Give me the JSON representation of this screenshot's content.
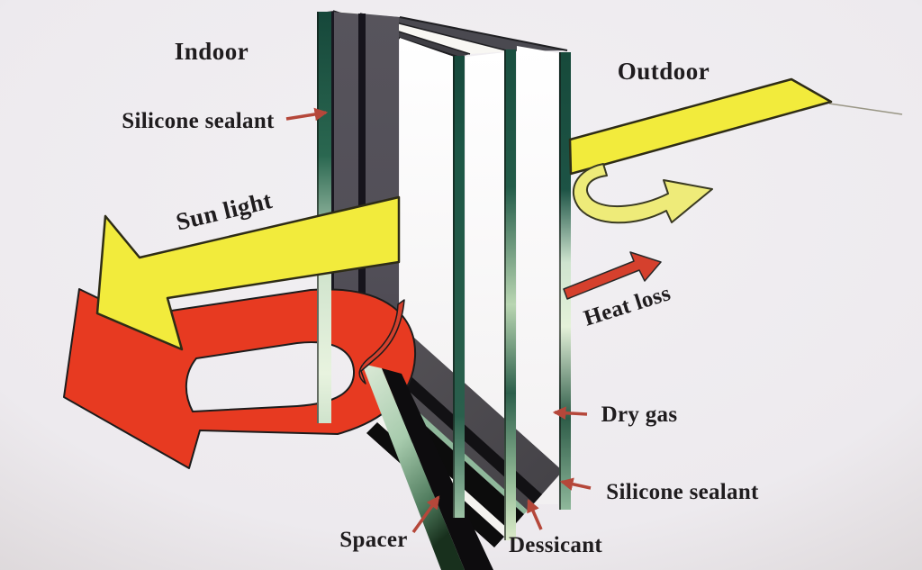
{
  "diagram": {
    "labels": {
      "indoor": "Indoor",
      "outdoor": "Outdoor",
      "sun_light": "Sun light",
      "heat_loss": "Heat loss",
      "silicone_sealant_top": "Silicone sealant",
      "silicone_sealant_bottom": "Silicone sealant",
      "dry_gas": "Dry gas",
      "spacer": "Spacer",
      "dessicant": "Dessicant"
    },
    "colors": {
      "background": "#efedf0",
      "sun_beam_yellow": "#f2eb3c",
      "reflected_sun_yellow": "#eeeb79",
      "heat_return_red": "#e73a21",
      "heat_loss_red": "#d5402d",
      "annotation_arrow": "#b5473a",
      "glass_edge_green": "#1d5746",
      "pane_face_gray": "#514e57",
      "spacer_black": "#0d0c0e",
      "dessicant_white": "#f4f3ef",
      "text": "#1f1c1e"
    }
  }
}
